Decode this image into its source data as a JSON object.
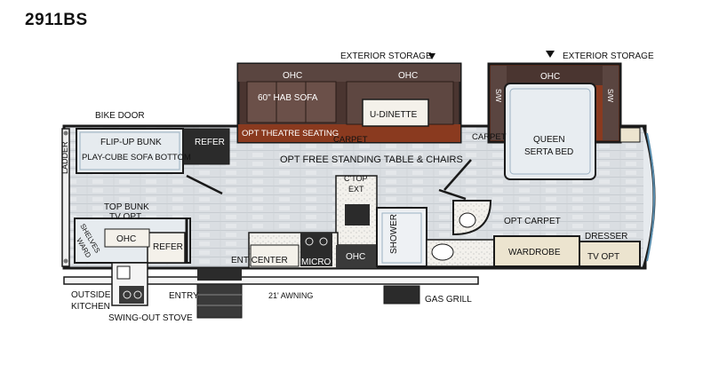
{
  "model": "2911BS",
  "labels": {
    "exterior_storage_1": "EXTERIOR STORAGE",
    "exterior_storage_2": "EXTERIOR STORAGE",
    "ohc_1": "OHC",
    "ohc_2": "OHC",
    "ohc_3": "OHC",
    "ohc_4": "OHC",
    "ohc_5": "OHC",
    "hab_sofa": "60\" HAB SOFA",
    "u_dinette": "U-DINETTE",
    "opt_theatre_seating": "OPT THEATRE SEATING",
    "carpet_1": "CARPET",
    "carpet_2": "CARPET",
    "bike_door": "BIKE DOOR",
    "flip_up_bunk": "FLIP-UP BUNK",
    "play_cube_sofa": "PLAY-CUBE SOFA BOTTOM",
    "refer_1": "REFER",
    "refer_2": "REFER",
    "table_chairs": "OPT FREE STANDING TABLE & CHAIRS",
    "queen_bed_1": "QUEEN",
    "queen_bed_2": "SERTA BED",
    "ladder": "LADDER",
    "top_bunk": "TOP BUNK",
    "tv_opt_1": "TV OPT",
    "shelves": "SHELVES",
    "ward": "WARD",
    "ctop_ext_1": "C'TOP",
    "ctop_ext_2": "EXT",
    "shower": "SHOWER",
    "opt_carpet": "OPT CARPET",
    "wardrobe": "WARDROBE",
    "dresser": "DRESSER",
    "tv_opt_2": "TV OPT",
    "ent_center": "ENT CENTER",
    "micro": "MICRO",
    "sw_1": "S/W",
    "sw_2": "S/W",
    "outside_kitchen_1": "OUTSIDE",
    "outside_kitchen_2": "KITCHEN",
    "entry": "ENTRY",
    "awning": "21' AWNING",
    "gas_grill": "GAS GRILL",
    "swing_out_stove": "SWING-OUT STOVE"
  },
  "colors": {
    "outline": "#1a1a1a",
    "slide_fill": "#4a3530",
    "slide_trim": "#8a3a1f",
    "floor": "#d9dde0",
    "cabinet": "#ece4cf",
    "bed": "#e7ecf0",
    "trim_blue": "#5a8fb0"
  }
}
